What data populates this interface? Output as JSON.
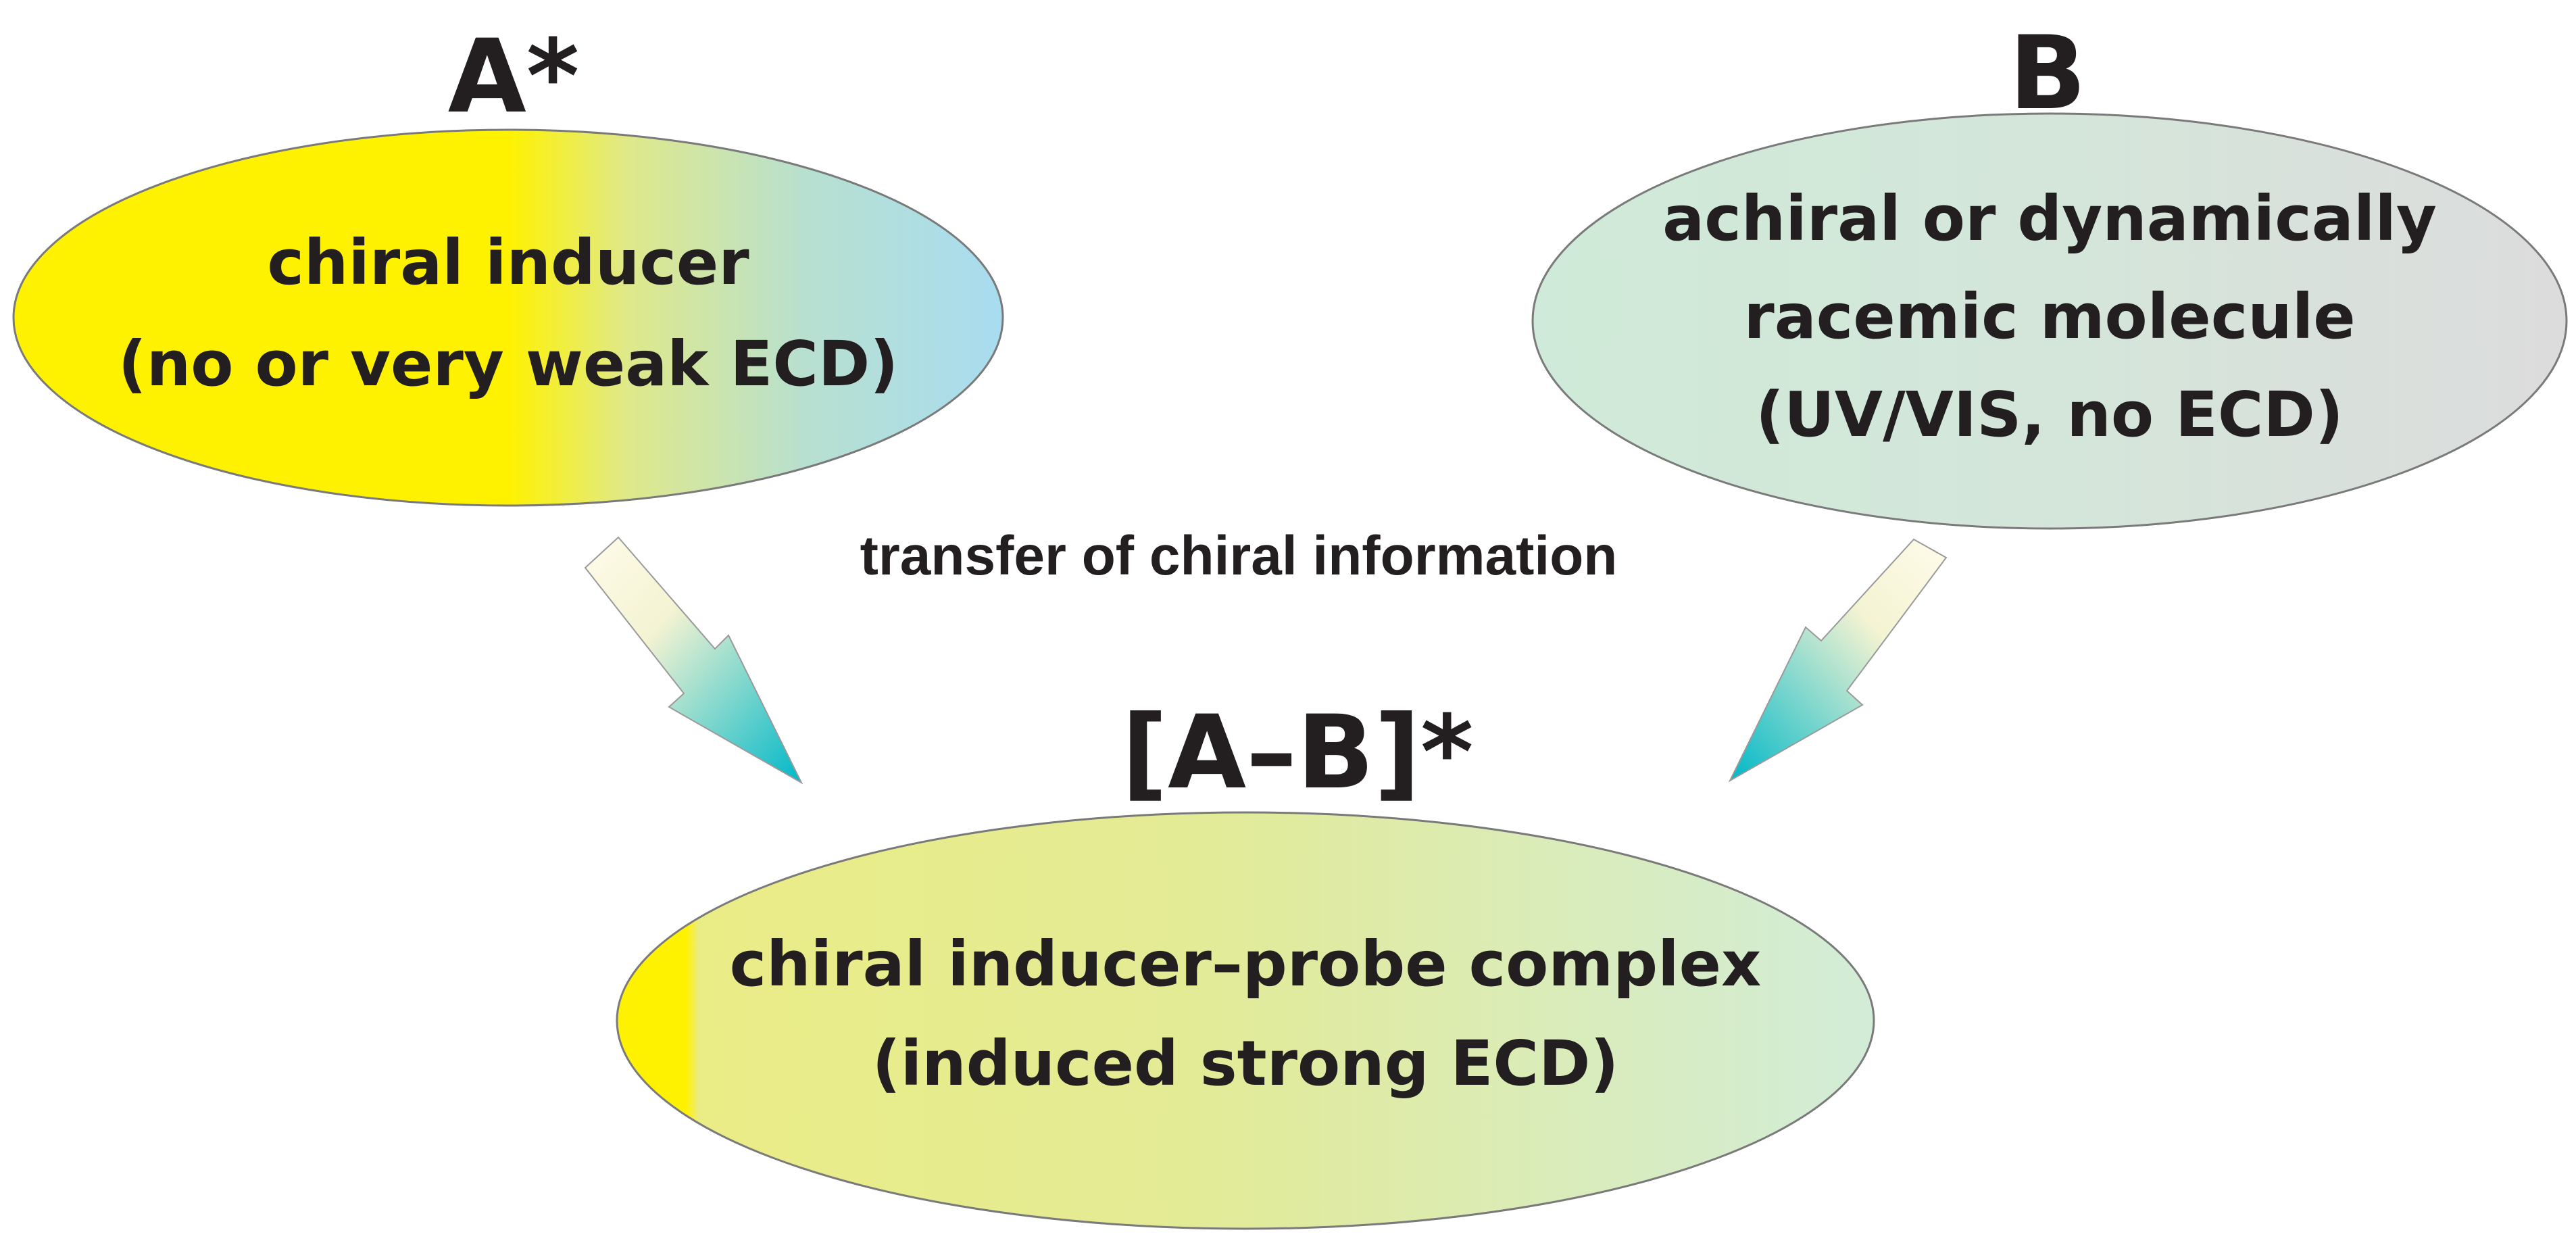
{
  "node_a": {
    "title": "A*",
    "lines": [
      "chiral inducer",
      "(no or very weak ECD)"
    ]
  },
  "node_b": {
    "title": "B",
    "lines": [
      "achiral or dynamically",
      "racemic molecule",
      "(UV/VIS, no ECD)"
    ]
  },
  "node_ab": {
    "title": "[A–B]*",
    "lines": [
      "chiral inducer–probe complex",
      "(induced strong ECD)"
    ]
  },
  "transfer_label": "transfer of chiral information",
  "colors": {
    "yellow": "#fff200",
    "light_blue": "#a8dcf0",
    "pale_green": "#cfe9d8",
    "grey": "#d9d9d9",
    "arrow_tip": "#00b8c8",
    "arrow_tail": "#fffbea",
    "text": "#231f20",
    "outline": "#7a7a7a"
  }
}
